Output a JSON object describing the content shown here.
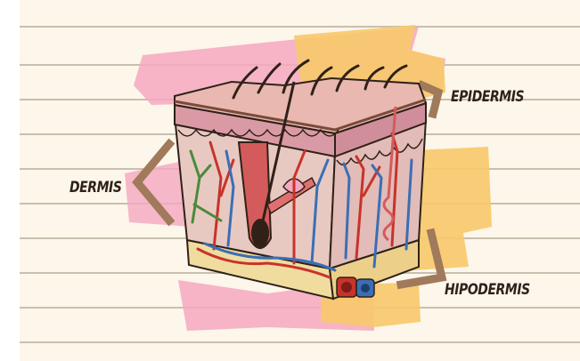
{
  "labels": {
    "epidermis": "EPIDERMIS",
    "dermis": "DERMIS",
    "hipodermis": "HIPODERMIS"
  },
  "colors": {
    "paper": "#fdf6ea",
    "ruled_line": "#c9bfae",
    "pink_brush": "#f4a8c0",
    "yellow_brush": "#f8c96a",
    "bracket": "#a07a5a",
    "label_text": "#2f2118",
    "epidermis": "#e9b8b0",
    "dermis": "#e8c9c2",
    "hypodermis": "#f1dca0",
    "artery": "#c8332a",
    "vein": "#3a6fb5"
  },
  "icons": {
    "bracket_shape": "chevron-bracket"
  }
}
